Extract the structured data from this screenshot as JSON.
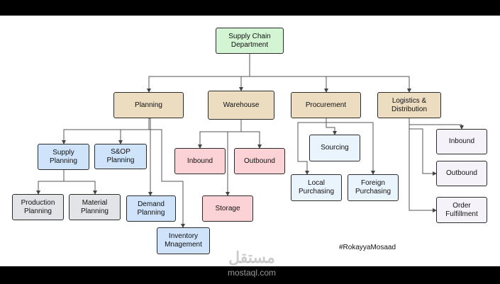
{
  "diagram": {
    "root": "Supply Chain\nDepartment",
    "planning": "Planning",
    "warehouse": "Warehouse",
    "procurement": "Procurement",
    "logistics": "Logistics &\nDistribution",
    "supply_planning": "Supply\nPlanning",
    "sop_planning": "S&OP\nPlanning",
    "production_planning": "Production\nPlanning",
    "material_planning": "Material\nPlanning",
    "demand_planning": "Demand\nPlanning",
    "inventory_management": "Inventory\nMnagement",
    "wh_inbound": "Inbound",
    "wh_outbound": "Outbound",
    "storage": "Storage",
    "sourcing": "Sourcing",
    "local_purchasing": "Local\nPurchasing",
    "foreign_purchasing": "Foreign\nPurchasing",
    "log_inbound": "Inbound",
    "log_outbound": "Outbound",
    "order_fulfillment": "Order\nFulfillment"
  },
  "hashtag": "#RokayyaMosaad",
  "watermark": {
    "logo": "مستقل",
    "text": "mostaql.com"
  },
  "colors": {
    "root": "#d4f5d4",
    "level1": "#ecdcc0",
    "planning_children": "#cfe3fa",
    "warehouse_children": "#fbd3d6",
    "procurement_children": "#eaf4fd",
    "planning_grandchildren": "#e2e4e7",
    "logistics_children": "#f5f3f9"
  }
}
